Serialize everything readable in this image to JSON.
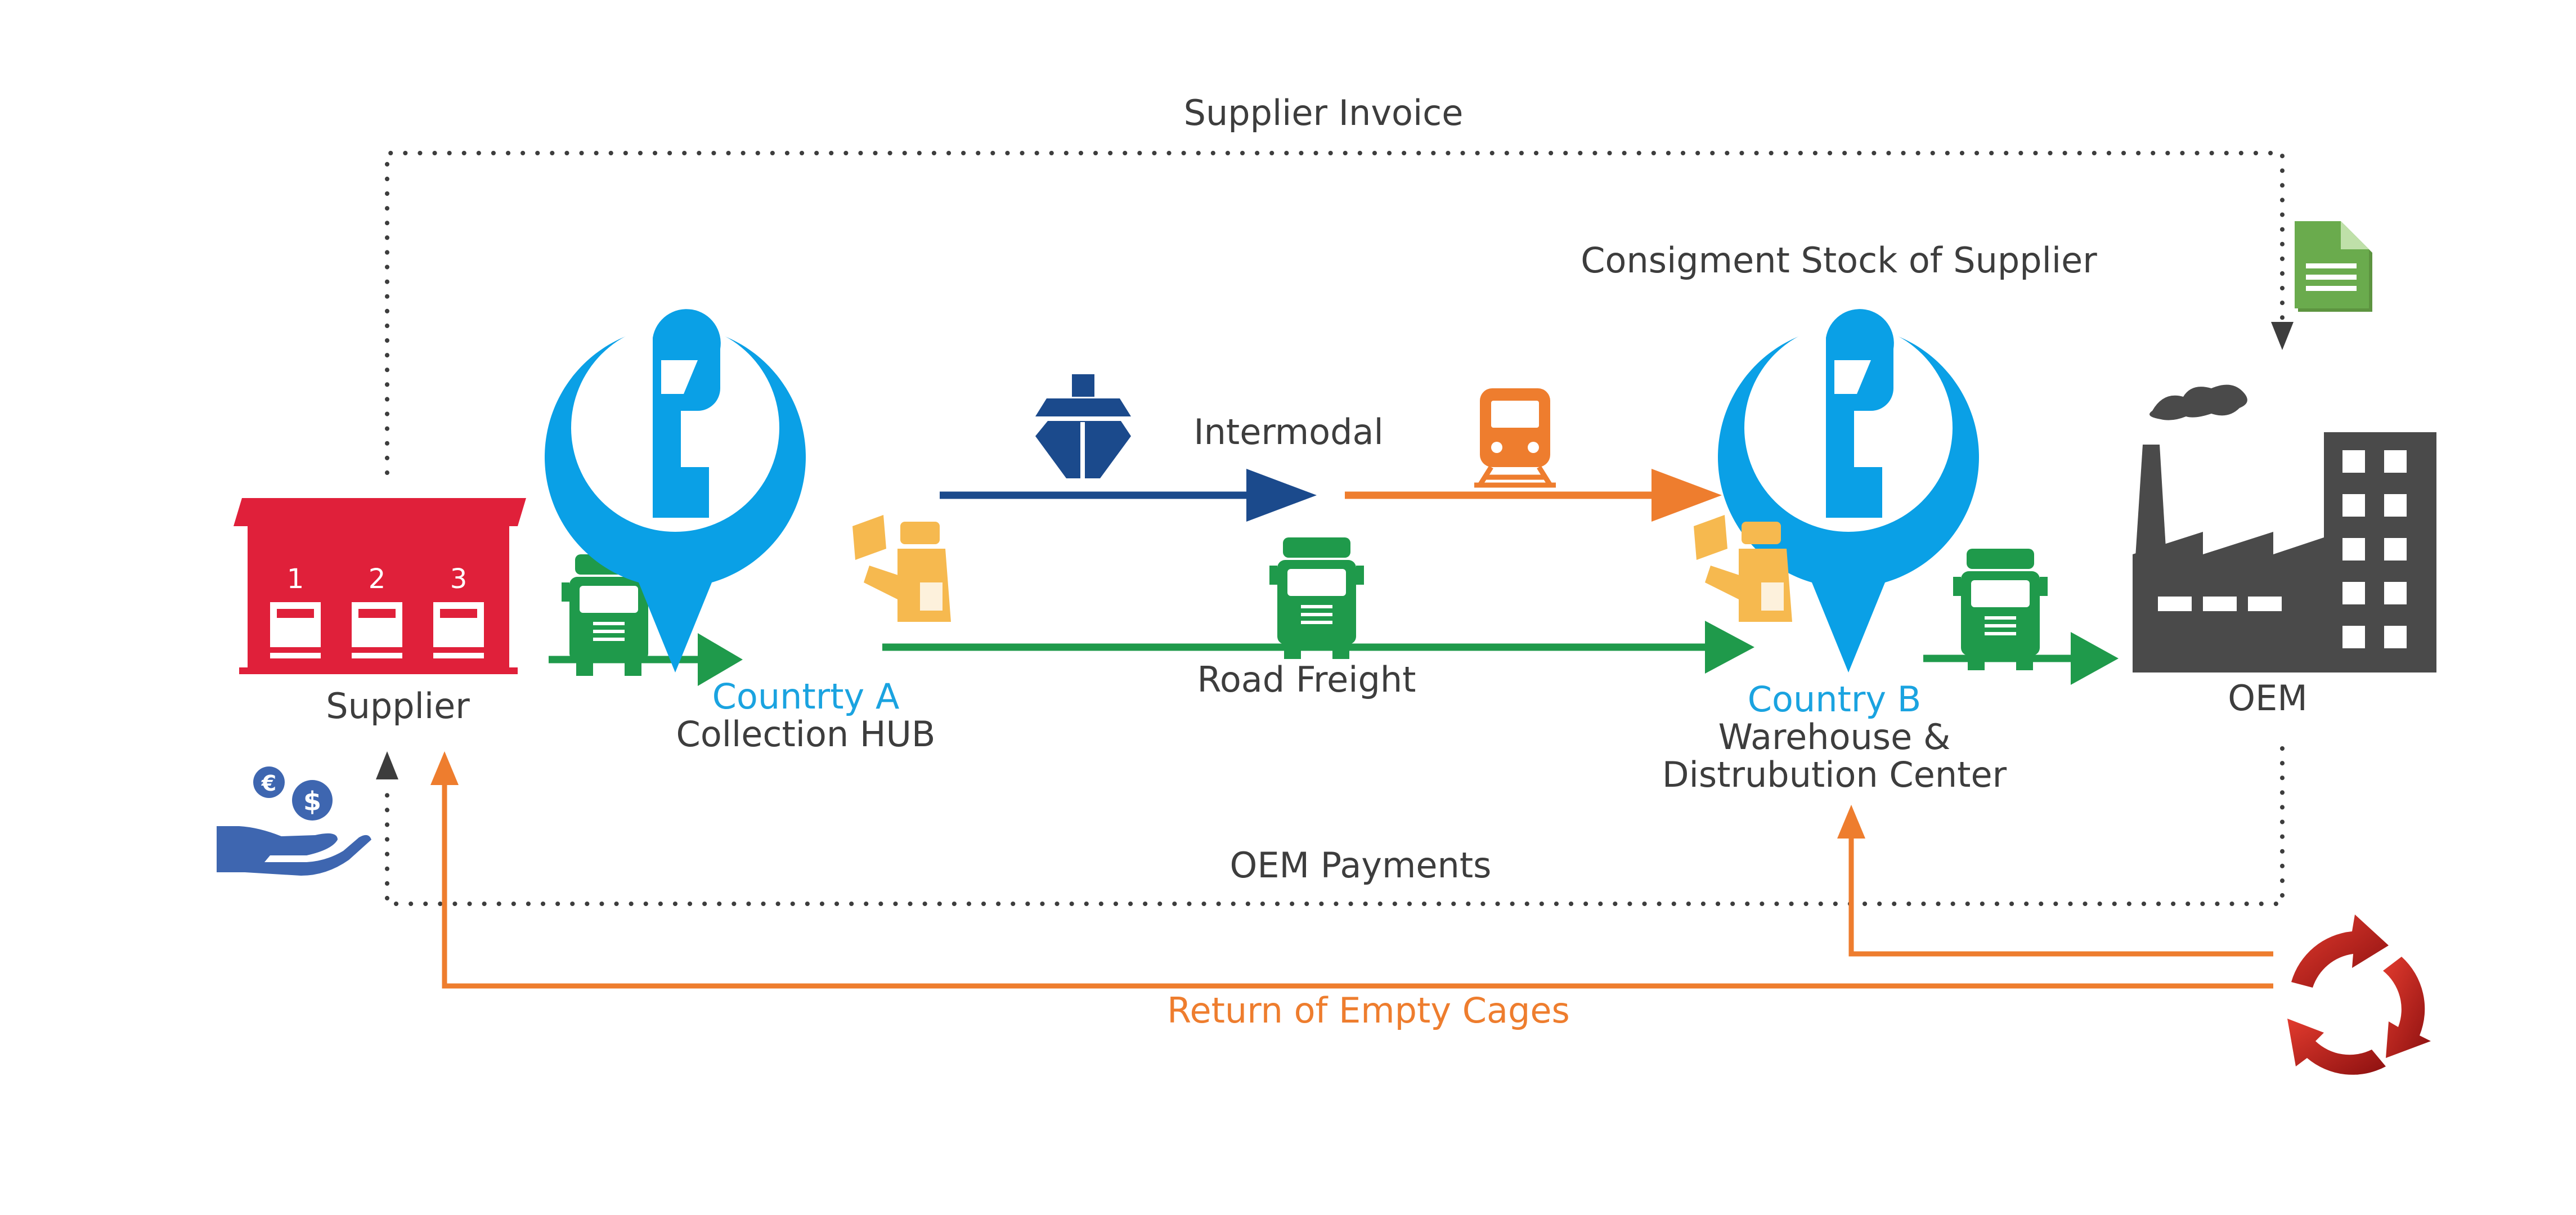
{
  "labels": {
    "supplier_invoice": "Supplier Invoice",
    "consignment_stock": "Consigment Stock of Supplier",
    "intermodal": "Intermodal",
    "road_freight": "Road Freight",
    "supplier": "Supplier",
    "country_a": "Countrty A",
    "collection_hub": "Collection HUB",
    "country_b": "Country B",
    "warehouse_line1": "Warehouse &",
    "warehouse_line2": "Distrubution Center",
    "oem": "OEM",
    "oem_payments": "OEM Payments",
    "return_cages": "Return of Empty Cages"
  },
  "supplier_docks": [
    "1",
    "2",
    "3"
  ],
  "colors": {
    "pin_blue": "#0aa0e6",
    "road_green": "#1f9a4b",
    "intermodal_navy": "#1b4a8c",
    "rail_orange": "#ee7d2e",
    "supplier_red": "#e0203a",
    "factory_gray": "#4a4a4a",
    "document_green": "#6aab4d",
    "recycle_red": "#b51a1a",
    "agent_yellow": "#f6b94f",
    "money_blue": "#3e66b0"
  },
  "icons": [
    "warehouse-icon",
    "truck-icon",
    "location-pin-icon",
    "ship-icon",
    "train-icon",
    "agent-icon",
    "factory-icon",
    "document-icon",
    "recycle-icon",
    "money-hand-icon"
  ]
}
